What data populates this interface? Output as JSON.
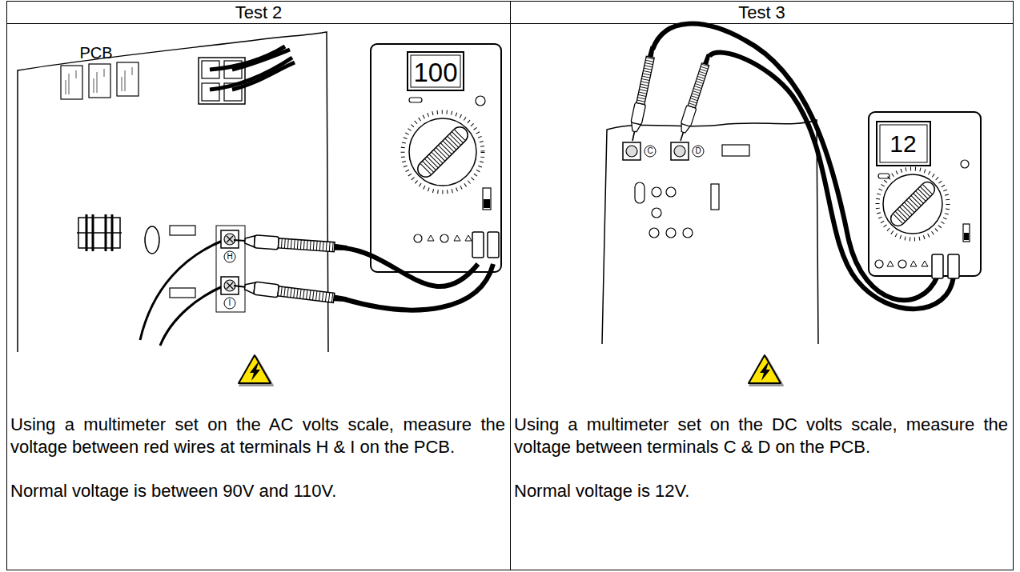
{
  "diagram": {
    "nodes": [
      {
        "text": [
          "Test 2"
        ]
      },
      {
        "text": [
          "Test 3"
        ]
      },
      {
        "text": [
          "Using a multimeter set on the AC volts scale, measure the voltage between red wires at terminals H & I on the PCB.",
          "Normal voltage is between 90V and 110V."
        ]
      },
      {
        "text": [
          "Using a multimeter set on the DC volts scale, measure the voltage between terminals C & D on the PCB.",
          "Normal voltage is 12V."
        ]
      }
    ],
    "labels": [
      "PCB",
      "100",
      "H",
      "I",
      "12",
      "C",
      "D"
    ]
  }
}
